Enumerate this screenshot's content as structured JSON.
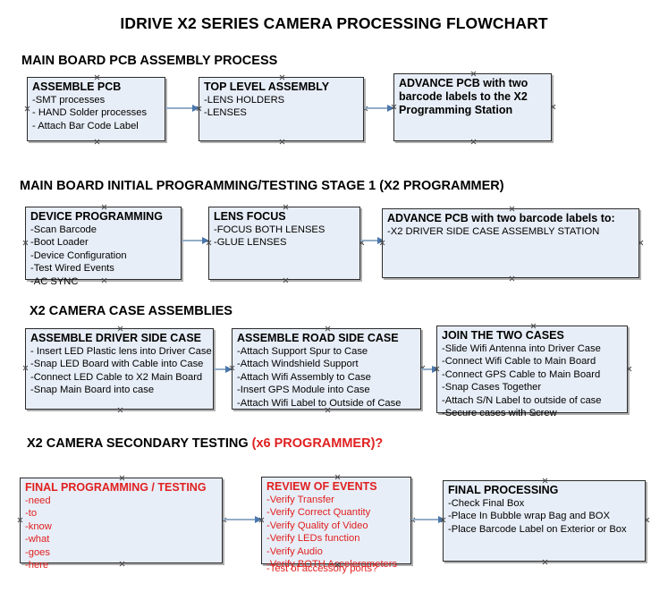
{
  "document": {
    "title": "IDRIVE X2  SERIES CAMERA PROCESSING FLOWCHART"
  },
  "colors": {
    "node_fill": "#e8eef7",
    "node_border": "#2b2b2b",
    "connector": "#93adc8",
    "arrow": "#4b77ab",
    "text": "#000000",
    "red_text": "#e02020"
  },
  "sections": [
    {
      "id": "main-board-pcb-assembly-process",
      "heading": "MAIN BOARD PCB ASSEMBLY PROCESS",
      "heading_suffix": "",
      "nodes": [
        {
          "id": "assemble-pcb",
          "header": "ASSEMBLE PCB",
          "lines": [
            "-SMT processes",
            "- HAND Solder processes",
            "- Attach Bar Code Label"
          ]
        },
        {
          "id": "top-level-assembly",
          "header": "TOP LEVEL ASSEMBLY",
          "lines": [
            "-LENS HOLDERS",
            "-LENSES"
          ]
        },
        {
          "id": "advance-pcb-to-x2-programming-station",
          "header": "ADVANCE PCB with two barcode labels to the  X2 Programming Station",
          "lines": []
        }
      ]
    },
    {
      "id": "main-board-initial-programming-testing-stage-1",
      "heading": "MAIN BOARD INITIAL PROGRAMMING/TESTING STAGE 1 (X2 PROGRAMMER)",
      "heading_suffix": "",
      "nodes": [
        {
          "id": "device-programming",
          "header": "DEVICE PROGRAMMING",
          "lines": [
            "-Scan Barcode",
            "-Boot Loader",
            "-Device Configuration",
            "-Test Wired Events",
            "-AC SYNC"
          ]
        },
        {
          "id": "lens-focus",
          "header": "LENS FOCUS",
          "lines": [
            "-FOCUS BOTH LENSES",
            "-GLUE LENSES"
          ]
        },
        {
          "id": "advance-pcb-to-driver-side-case-assembly",
          "header": "ADVANCE PCB with two barcode labels to:",
          "lines": [
            "-X2 DRIVER  SIDE  CASE  ASSEMBLY STATION"
          ]
        }
      ]
    },
    {
      "id": "x2-camera-case-assemblies",
      "heading": "X2 CAMERA CASE ASSEMBLIES",
      "heading_suffix": "",
      "nodes": [
        {
          "id": "assemble-driver-side-case",
          "header": "ASSEMBLE DRIVER SIDE CASE",
          "lines": [
            "- Insert LED Plastic lens into Driver Case",
            "-Snap LED Board with Cable into Case",
            "-Connect LED Cable to X2 Main Board",
            "-Snap Main Board into case"
          ]
        },
        {
          "id": "assemble-road-side-case",
          "header": "ASSEMBLE ROAD SIDE CASE",
          "lines": [
            "-Attach Support Spur to Case",
            "-Attach Windshield Support",
            "-Attach Wifi Assembly to Case",
            "-Insert GPS Module into Case",
            "-Attach Wifi Label to Outside of Case"
          ]
        },
        {
          "id": "join-the-two-cases",
          "header": "JOIN THE TWO CASES",
          "lines": [
            "-Slide Wifi Antenna into Driver Case",
            "-Connect Wifi Cable to Main Board",
            "-Connect GPS Cable to Main Board",
            "-Snap Cases Together",
            "-Attach S/N Label to outside of case",
            "-Secure cases with Screw"
          ]
        }
      ]
    },
    {
      "id": "x2-camera-secondary-testing",
      "heading": "X2 CAMERA SECONDARY TESTING ",
      "heading_suffix": "(x6 PROGRAMMER)?",
      "nodes": [
        {
          "id": "final-programming-testing",
          "header": "FINAL PROGRAMMING / TESTING",
          "lines": [
            "-need",
            "-to",
            "-know",
            "-what",
            "-goes",
            "-here"
          ]
        },
        {
          "id": "review-of-events",
          "header": "REVIEW OF EVENTS",
          "lines": [
            "-Verify Transfer",
            "-Verify Correct Quantity",
            "-Verify Quality of Video",
            "-Verify LEDs function",
            "-Verify Audio",
            "-Verify BOTH Accelerometers"
          ],
          "overflow_line": "-Test of accessory ports?"
        },
        {
          "id": "final-processing",
          "header": "FINAL PROCESSING",
          "lines": [
            " -Check Final Box",
            "-Place In Bubble wrap Bag and BOX",
            "-Place Barcode Label on Exterior or Box"
          ]
        }
      ]
    }
  ]
}
